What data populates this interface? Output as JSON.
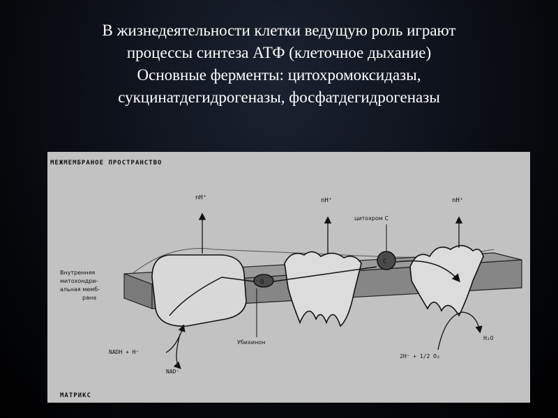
{
  "title_lines": [
    "В жизнедеятельности клетки ведущую роль играют",
    "процессы синтеза АТФ (клеточное дыхание)",
    "Основные ферменты: цитохромоксидазы,",
    "сукцинатдегидрогеназы, фосфатдегидрогеназы"
  ],
  "diagram": {
    "intermembrane_space": "МЕЖМЕМБРАНОЕ ПРОСТРАНСТВО",
    "matrix": "МАТРИКС",
    "membrane_label": [
      "Внутренняя",
      "митохондри-",
      "альная мемб-",
      "рана"
    ],
    "proton_labels": [
      "nH⁺",
      "nH⁺",
      "nH⁺"
    ],
    "cytochrome_c": "цитохром С",
    "ubiquinone": "Убихинон",
    "q_symbol": "Q",
    "c_symbol": "C",
    "nadh": "NADH + H⁺",
    "nad": "NAD⁺",
    "water_input": "2H⁺ + 1/2 O₂",
    "water": "H₂O"
  }
}
